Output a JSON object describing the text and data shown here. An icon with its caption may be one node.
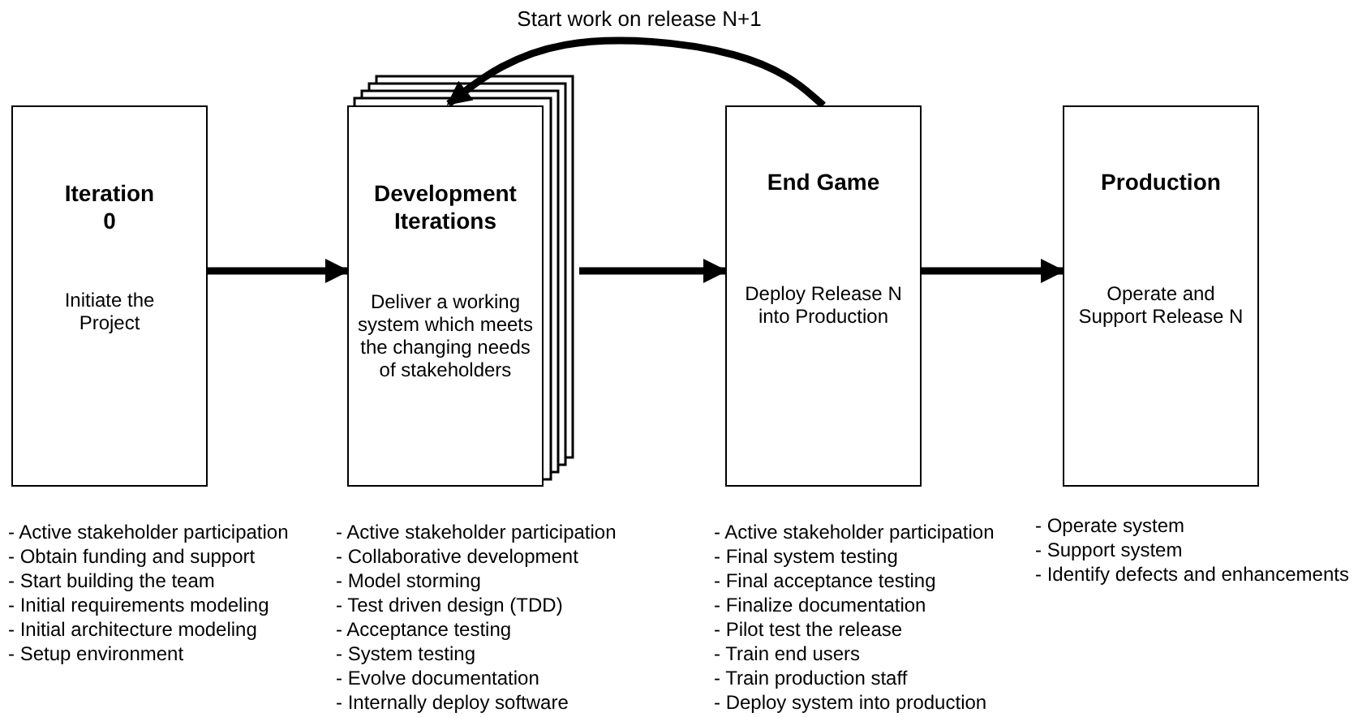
{
  "diagram": {
    "nodes": [
      {
        "text": [
          "Iteration 0",
          "Initiate the Project"
        ]
      },
      {
        "text": [
          "Development Iterations",
          "Deliver a working system which meets the changing needs of stakeholders"
        ]
      },
      {
        "text": [
          "End Game",
          "Deploy Release N into Production"
        ]
      },
      {
        "text": [
          "Production",
          "Operate and Support Release N"
        ]
      }
    ],
    "edges": [
      {
        "from": 0,
        "to": 1,
        "arrow": "to"
      },
      {
        "from": 1,
        "to": 2,
        "arrow": "to"
      },
      {
        "from": 2,
        "to": 3,
        "arrow": "to"
      },
      {
        "from": 2,
        "to": 1,
        "arrow": "to",
        "label": "Start work on release N+1"
      }
    ],
    "labels": [
      "- Active stakeholder participation",
      "- Obtain funding and support",
      "- Start building the team",
      "- Initial requirements modeling",
      "- Initial architecture modeling",
      "- Setup environment",
      "- Active stakeholder participation",
      "- Collaborative development",
      "- Model storming",
      "- Test driven design (TDD)",
      "- Acceptance testing",
      "- System testing",
      "- Evolve documentation",
      "- Internally deploy software",
      "- Active stakeholder participation",
      "- Final system testing",
      "- Final acceptance testing",
      "- Finalize documentation",
      "- Pilot test the release",
      "- Train end users",
      "- Train production staff",
      "- Deploy system into production",
      "- Operate system",
      "- Support system",
      "- Identify defects and enhancements"
    ]
  }
}
